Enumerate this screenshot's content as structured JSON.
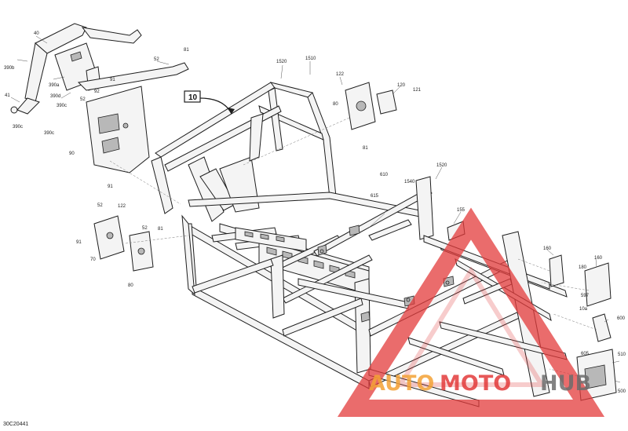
{
  "diagram": {
    "callout_main": "10",
    "drawing_code": "30C20441",
    "part_labels": {
      "p40": "40",
      "p390b": "390b",
      "p41": "41",
      "p390a": "390a",
      "p390d": "390d",
      "p390c_1": "390c",
      "p390c_2": "390c",
      "p91_top": "91",
      "p52_top": "52",
      "p81_top": "81",
      "p92": "92",
      "p90": "90",
      "p91_left": "91",
      "p1520_top": "1520",
      "p1510": "1510",
      "p122_top": "122",
      "p120": "120",
      "p121": "121",
      "p80": "80",
      "p81_mid": "81",
      "p610": "610",
      "p615": "615",
      "p1540": "1540",
      "p1520_mid": "1520",
      "p155": "155",
      "p52_low": "52",
      "p122_low": "122",
      "p91_low": "91",
      "p70": "70",
      "p52_low2": "52",
      "p81_low": "81",
      "p80_low": "80",
      "p160_a": "160",
      "p160_b": "160",
      "p180": "180",
      "p597": "597",
      "p10a": "10a",
      "p600": "600",
      "p605": "605",
      "p510": "510",
      "p500": "500"
    }
  },
  "watermark": {
    "text_auto": "AUTO",
    "text_moto": "MOTO",
    "text_hub": "HUB",
    "color_red": "#e33b3b",
    "color_orange": "#f4a236",
    "color_grey": "#6d6d6d"
  }
}
